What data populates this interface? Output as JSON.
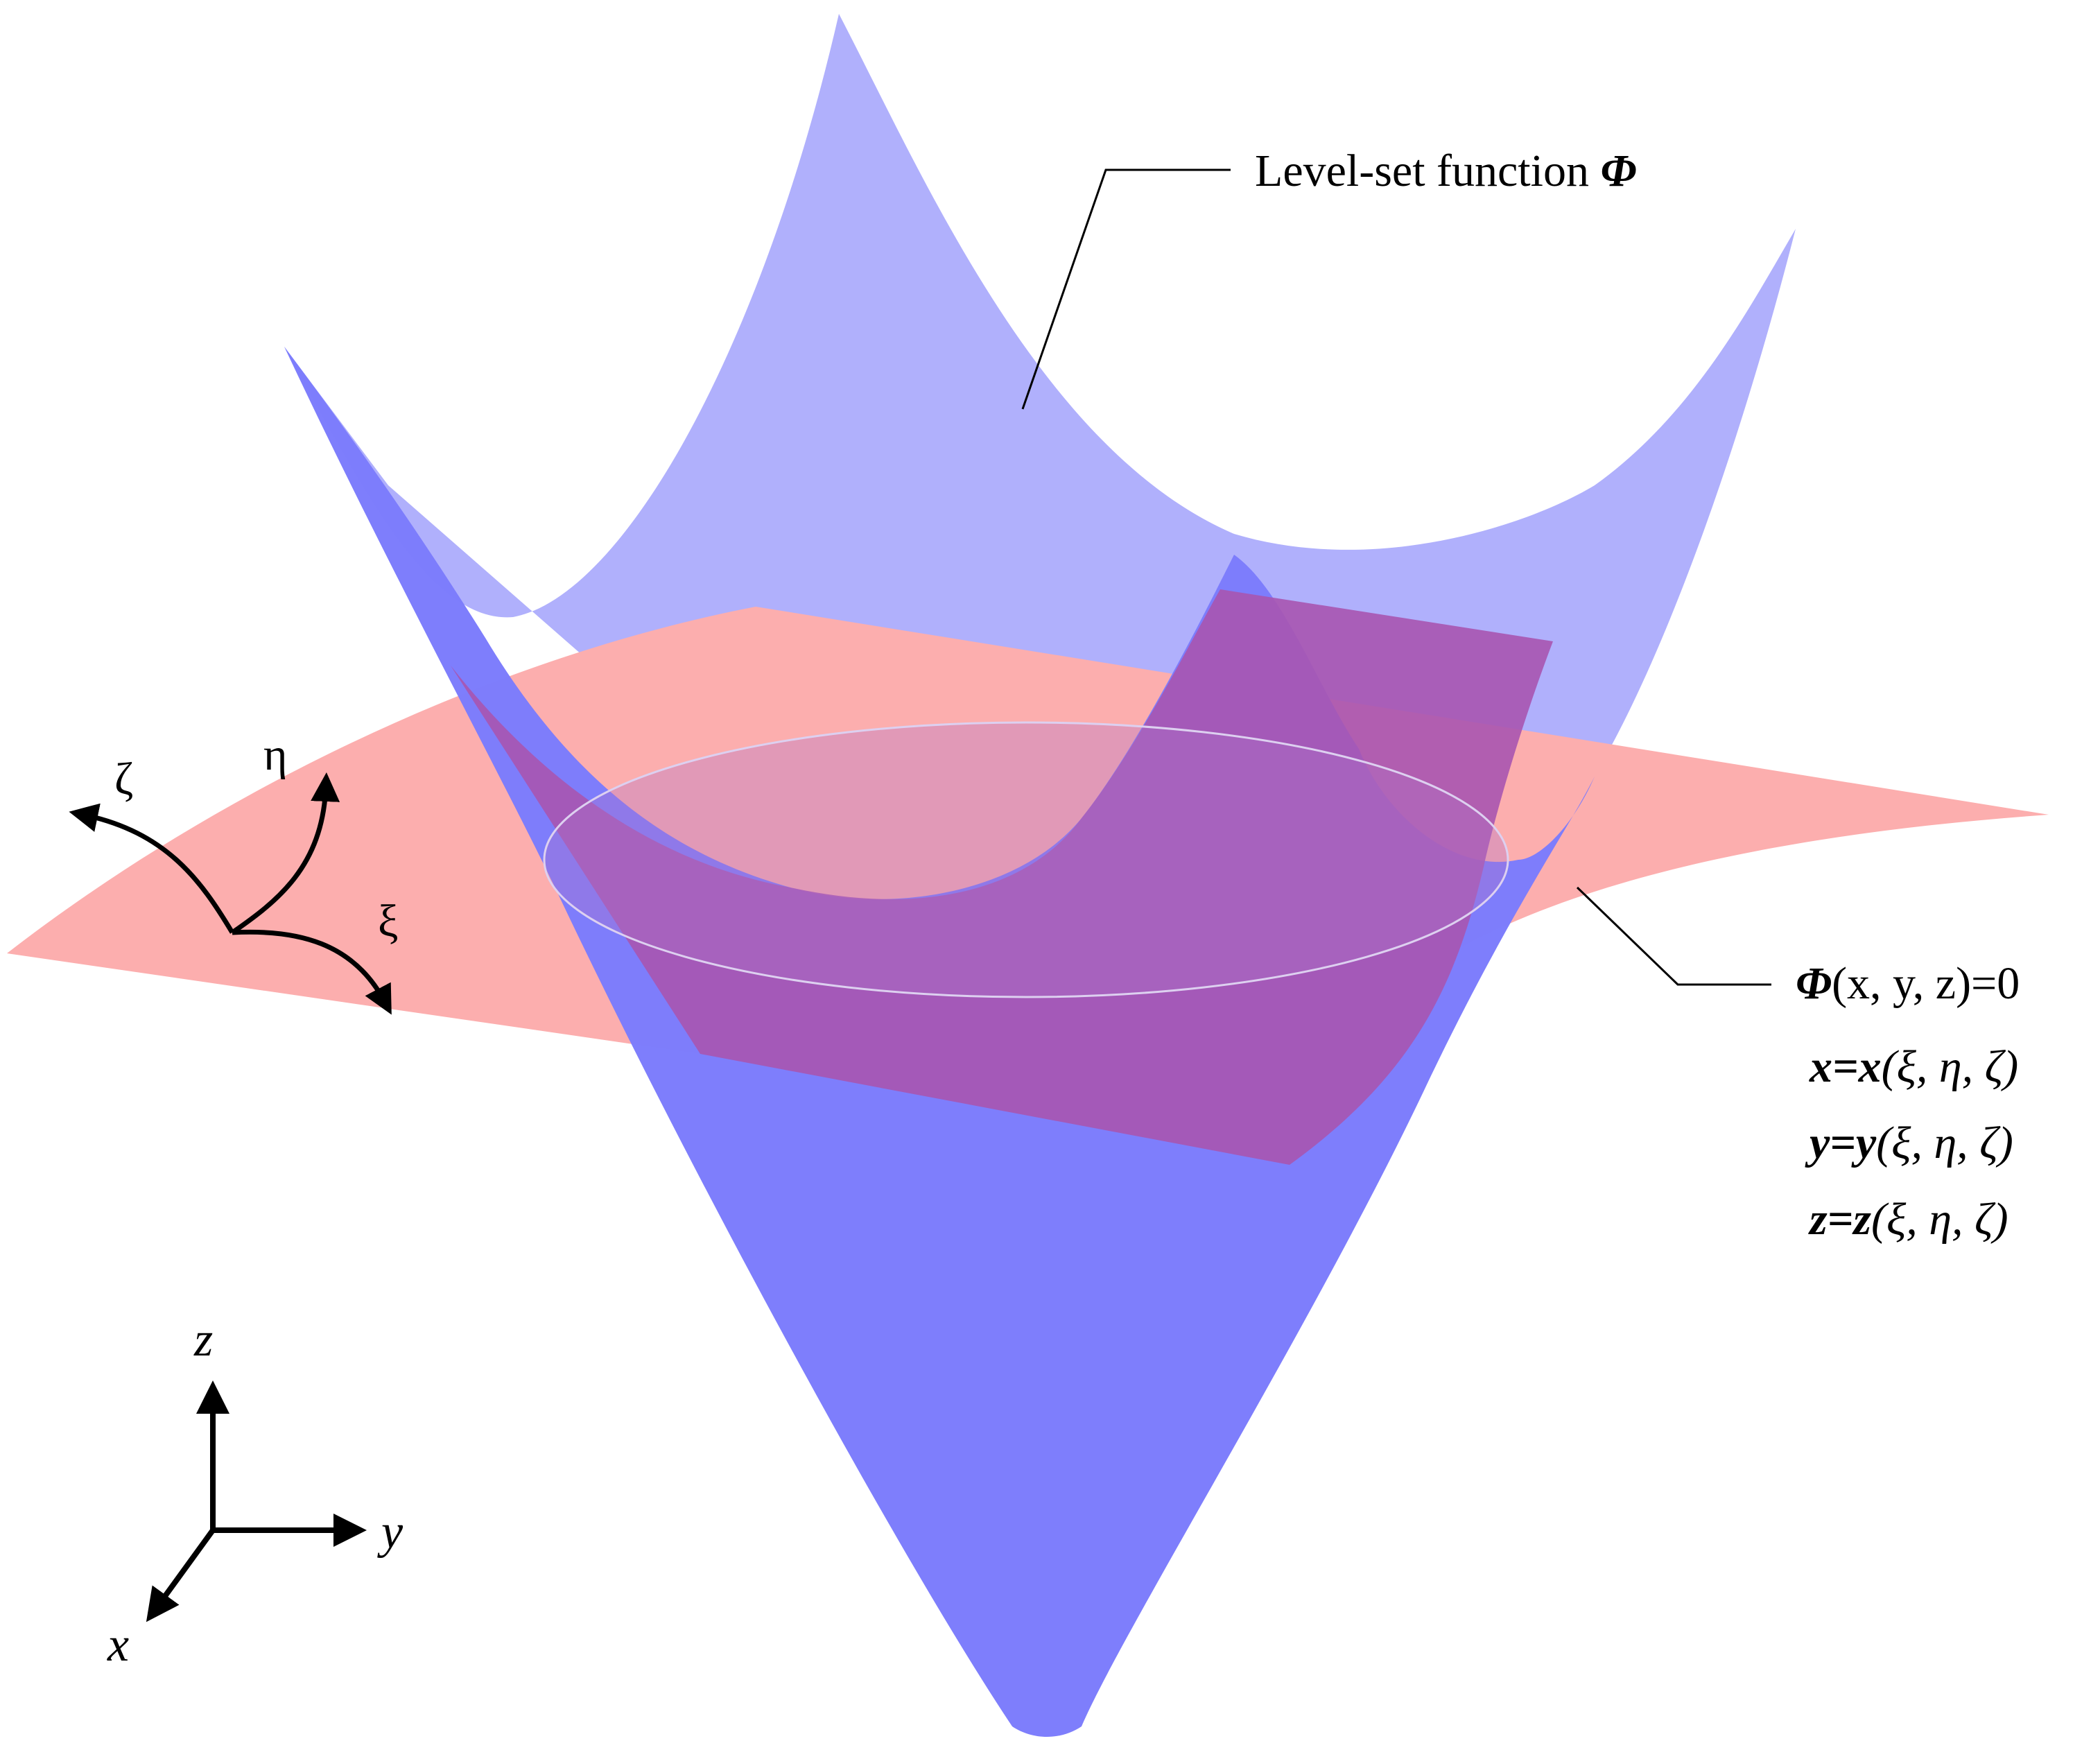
{
  "surface_label": {
    "text": "Level-set function ",
    "symbol": "Φ"
  },
  "equations": {
    "line1": {
      "lhs": "Φ",
      "rest": "(x, y, z)=0"
    },
    "line2": {
      "lhs": "x=x",
      "rest": "(ξ, η, ζ)"
    },
    "line3": {
      "lhs": "y=y",
      "rest": "(ξ, η, ζ)"
    },
    "line4": {
      "lhs": "z=z",
      "rest": "(ξ, η, ζ)"
    }
  },
  "curvilinear_axes": {
    "zeta": "ζ",
    "eta": "η",
    "xi": "ξ"
  },
  "cartesian_axes": {
    "z": "z",
    "y": "y",
    "x": "x"
  },
  "colors": {
    "level_set_surface_upper": "#b0b0fc",
    "level_set_surface_cone": "#7b7bfc",
    "zero_plane": "#fcaeae",
    "overlap": "#a855b0",
    "lines": "#000000"
  }
}
